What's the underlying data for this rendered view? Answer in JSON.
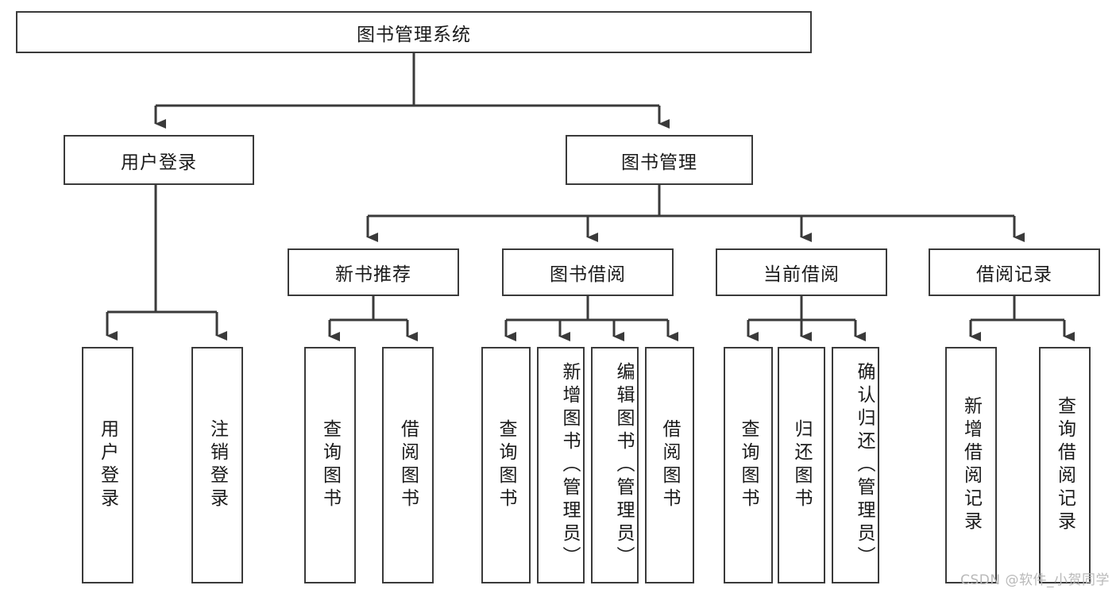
{
  "diagram": {
    "title": "图书管理系统",
    "type": "tree",
    "watermark": "CSDN @软件_小贺同学",
    "colors": {
      "box_stroke": "#3a3a3a",
      "box_fill": "#ffffff",
      "edge": "#3a3a3a",
      "text": "#1a1a1a",
      "watermark": "#b9b9b9"
    },
    "root": {
      "label": "图书管理系统"
    },
    "level2": [
      {
        "label": "用户登录"
      },
      {
        "label": "图书管理"
      }
    ],
    "level3": [
      {
        "label": "新书推荐"
      },
      {
        "label": "图书借阅"
      },
      {
        "label": "当前借阅"
      },
      {
        "label": "借阅记录"
      }
    ],
    "leaves": {
      "user_login": [
        {
          "label": "用户登录"
        },
        {
          "label": "注销登录"
        }
      ],
      "new_book_recommend": [
        {
          "label": "查询图书"
        },
        {
          "label": "借阅图书"
        }
      ],
      "book_borrow": [
        {
          "label": "查询图书"
        },
        {
          "label": "新增图书（管理员）"
        },
        {
          "label": "编辑图书（管理员）"
        },
        {
          "label": "借阅图书"
        }
      ],
      "current_borrow": [
        {
          "label": "查询图书"
        },
        {
          "label": "归还图书"
        },
        {
          "label": "确认归还（管理员）"
        }
      ],
      "borrow_record": [
        {
          "label": "新增借阅记录"
        },
        {
          "label": "查询借阅记录"
        }
      ]
    }
  }
}
